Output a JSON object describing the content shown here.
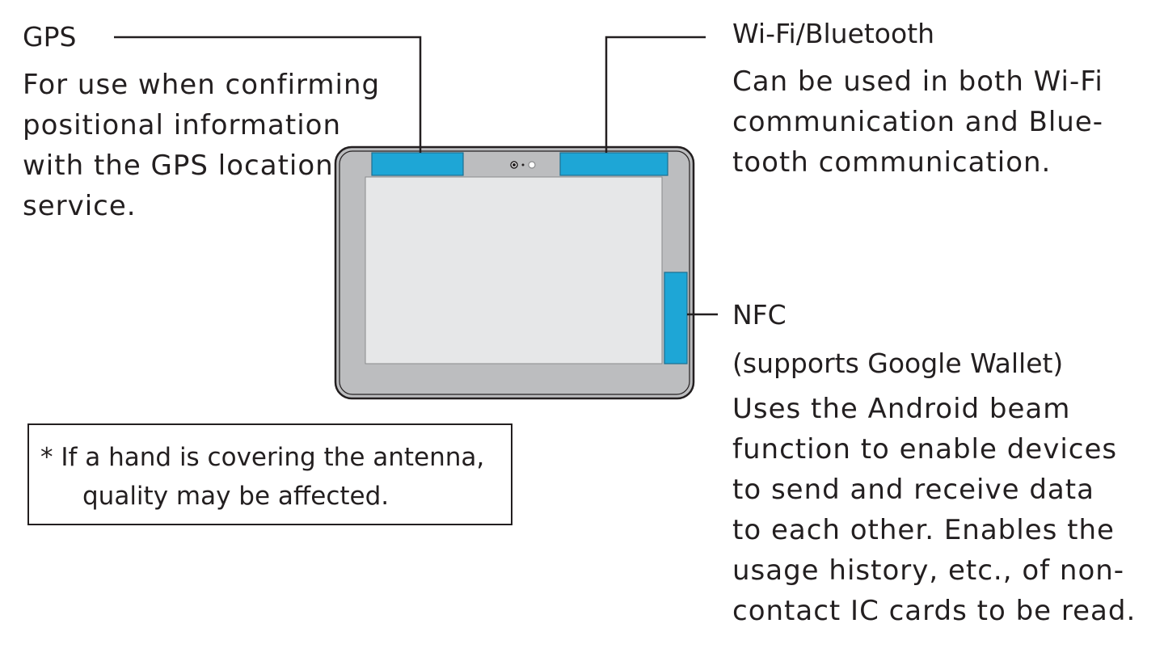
{
  "colors": {
    "antenna": "#1ea6d6",
    "antenna_outline": "#1d6f90",
    "device_body": "#bcbdbf",
    "device_outline": "#231f20",
    "screen": "#e6e7e8",
    "leader_line": "#231f20"
  },
  "gps": {
    "title": "GPS",
    "lines": [
      "For use when confirming",
      "positional information",
      "with the GPS location",
      "service."
    ]
  },
  "wifi": {
    "title": "Wi-Fi/Bluetooth",
    "lines": [
      "Can be used in both Wi-Fi",
      "communication and Blue-",
      "tooth communication."
    ]
  },
  "nfc": {
    "title": "NFC",
    "subtitle": "(supports Google Wallet)",
    "lines": [
      "Uses the Android beam",
      "function to enable devices",
      "to send and receive data",
      "to each other. Enables the",
      "usage history, etc., of non-",
      "contact IC cards to be read."
    ]
  },
  "note": {
    "line1": "* If a hand is covering the antenna,",
    "line2": "quality may be affected."
  },
  "icons": {
    "camera": "camera-lens-icon",
    "sensor": "sensor-icon"
  }
}
